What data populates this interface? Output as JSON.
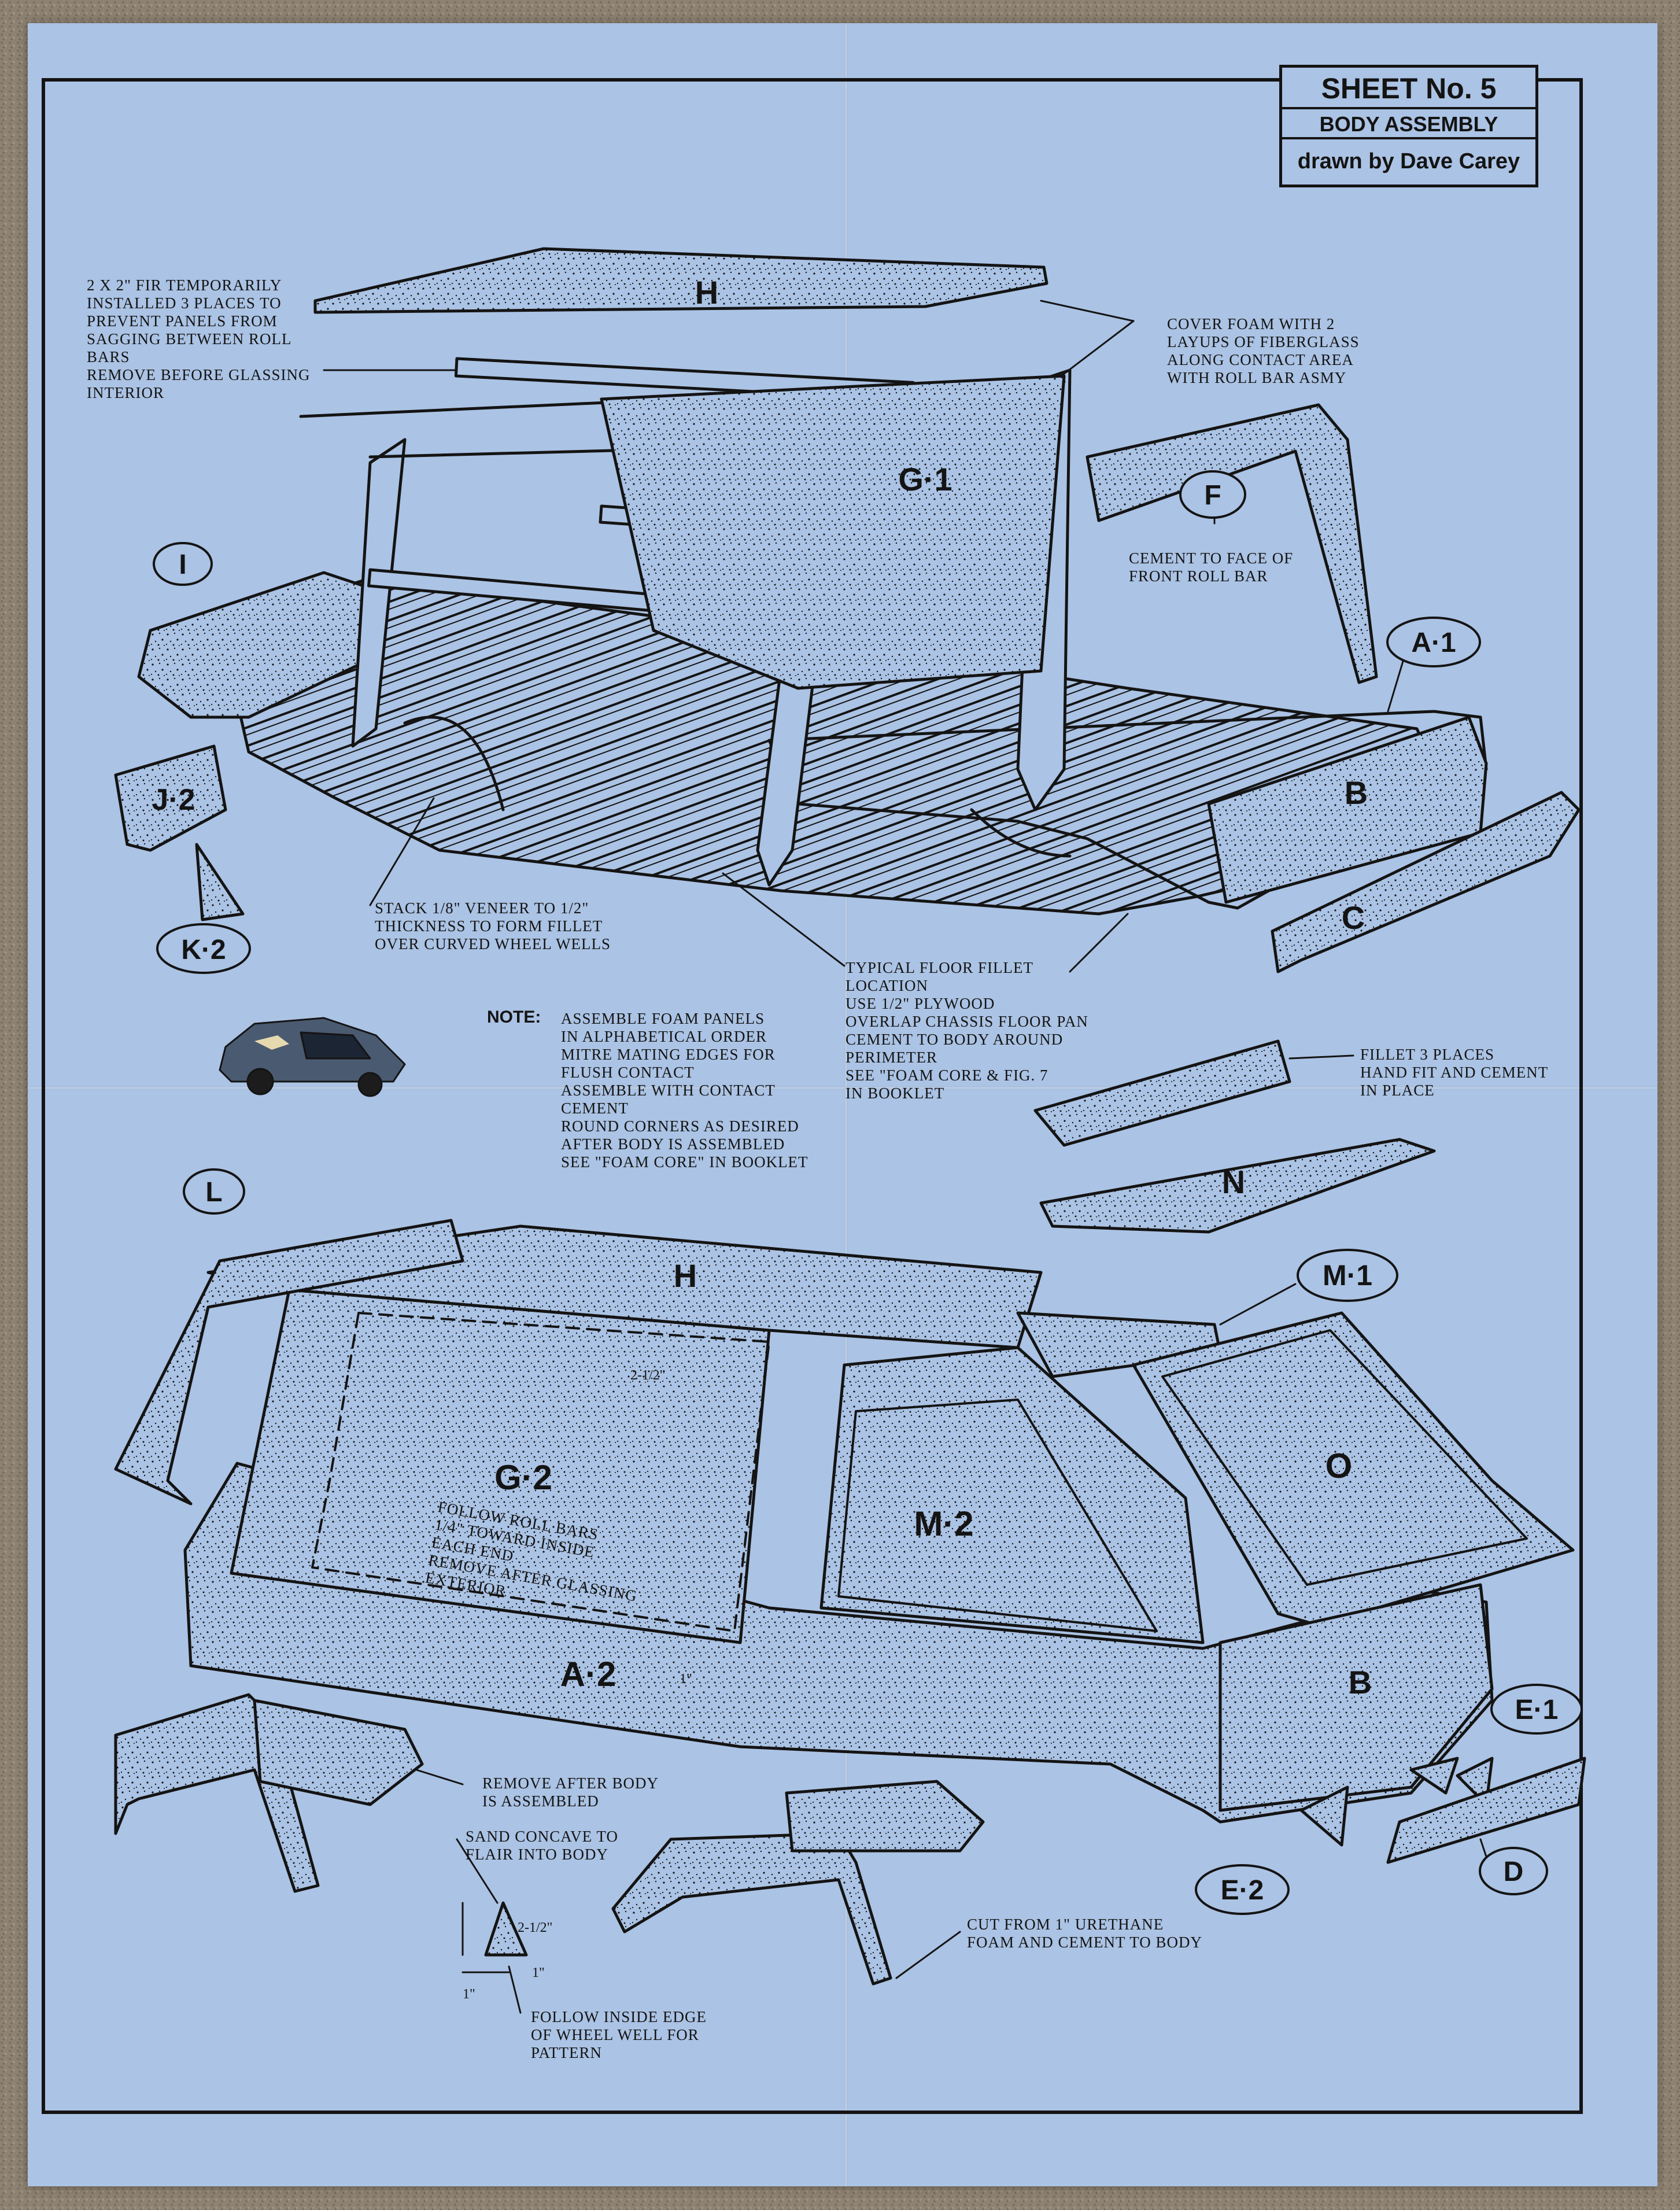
{
  "sheet": {
    "title": "SHEET No. 5",
    "subtitle": "BODY ASSEMBLY",
    "credit": "drawn by Dave Carey"
  },
  "parts": {
    "H_top": "H",
    "G1": "G·1",
    "F": "F",
    "I": "I",
    "A1": "A·1",
    "B_top": "B",
    "J2": "J·2",
    "K2": "K·2",
    "C": "C",
    "L": "L",
    "H_bottom": "H",
    "N": "N",
    "M1": "M·1",
    "G2": "G·2",
    "M2": "M·2",
    "O": "O",
    "A2": "A·2",
    "B_bottom": "B",
    "E1": "E·1",
    "E2": "E·2",
    "D": "D"
  },
  "notes": {
    "fir": "2 X 2\" FIR TEMPORARILY\nINSTALLED 3 PLACES TO\nPREVENT PANELS FROM\nSAGGING BETWEEN ROLL\nBARS\nREMOVE BEFORE GLASSING\nINTERIOR",
    "cover_foam": "COVER FOAM WITH 2\nLAYUPS OF FIBERGLASS\nALONG CONTACT AREA\nWITH ROLL BAR ASMY",
    "cement_face": "CEMENT TO FACE OF\nFRONT ROLL BAR",
    "stack_veneer": "STACK 1/8\" VENEER TO 1/2\"\nTHICKNESS TO FORM FILLET\nOVER CURVED WHEEL WELLS",
    "typical_floor": "TYPICAL FLOOR FILLET\nLOCATION\nUSE 1/2\" PLYWOOD\nOVERLAP CHASSIS FLOOR PAN\nCEMENT TO BODY AROUND\nPERIMETER\nSEE \"FOAM CORE & FIG. 7\nIN BOOKLET",
    "note_label": "NOTE:",
    "note_body": "ASSEMBLE FOAM PANELS\nIN ALPHABETICAL ORDER\nMITRE MATING EDGES FOR\nFLUSH CONTACT\nASSEMBLE WITH CONTACT\nCEMENT\nROUND CORNERS AS DESIRED\nAFTER BODY IS ASSEMBLED\nSEE \"FOAM CORE\" IN BOOKLET",
    "fillet_3": "FILLET 3 PLACES\nHAND FIT AND CEMENT\nIN PLACE",
    "follow_roll": "FOLLOW ROLL BARS\n1/4\" TOWARD INSIDE\nEACH END\nREMOVE AFTER GLASSING\nEXTERIOR",
    "remove_after": "REMOVE AFTER BODY\nIS ASSEMBLED",
    "sand_concave": "SAND CONCAVE TO\nFLAIR INTO BODY",
    "follow_inside": "FOLLOW INSIDE EDGE\nOF WHEEL WELL FOR\nPATTERN",
    "cut_from": "CUT FROM 1\" URETHANE\nFOAM AND CEMENT TO BODY"
  },
  "dimensions": {
    "d_2_half_top": "2-1/2\"",
    "d_1_side": "1\"",
    "d_2_half_detail": "2-1/2\"",
    "d_1_detail_a": "1\"",
    "d_1_detail_b": "1\""
  },
  "colors": {
    "paper": "#abc3e4",
    "ink": "#141414",
    "carpet": "#8e8272"
  }
}
